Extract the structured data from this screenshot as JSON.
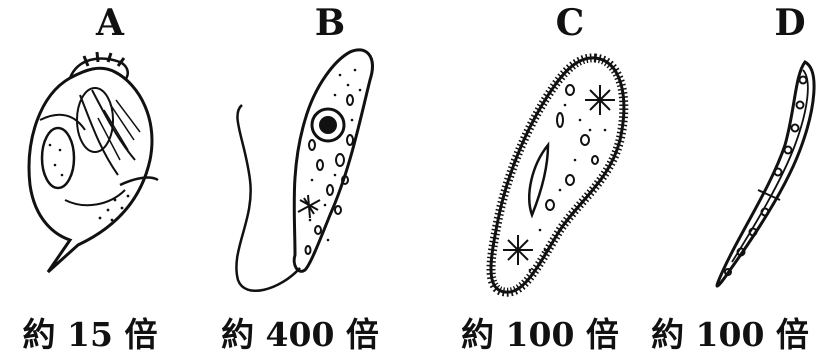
{
  "panels": [
    {
      "letter": "A",
      "magnification": "約 15 倍",
      "icon": "rotifer-organism"
    },
    {
      "letter": "B",
      "magnification": "約 400 倍",
      "icon": "euglena-organism"
    },
    {
      "letter": "C",
      "magnification": "約 100 倍",
      "icon": "paramecium-organism"
    },
    {
      "letter": "D",
      "magnification": "約 100 倍",
      "icon": "diatom-organism"
    }
  ]
}
